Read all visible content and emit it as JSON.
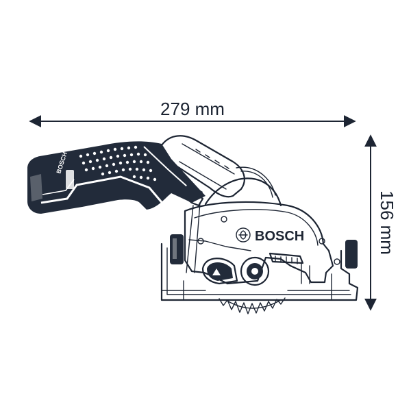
{
  "dimensions": {
    "width_label": "279 mm",
    "height_label": "156 mm"
  },
  "product": {
    "brand": "BOSCH",
    "battery_brand": "BOSCH"
  },
  "colors": {
    "ink": "#1d2533",
    "battery_body": "#222b3a",
    "background": "#ffffff"
  }
}
